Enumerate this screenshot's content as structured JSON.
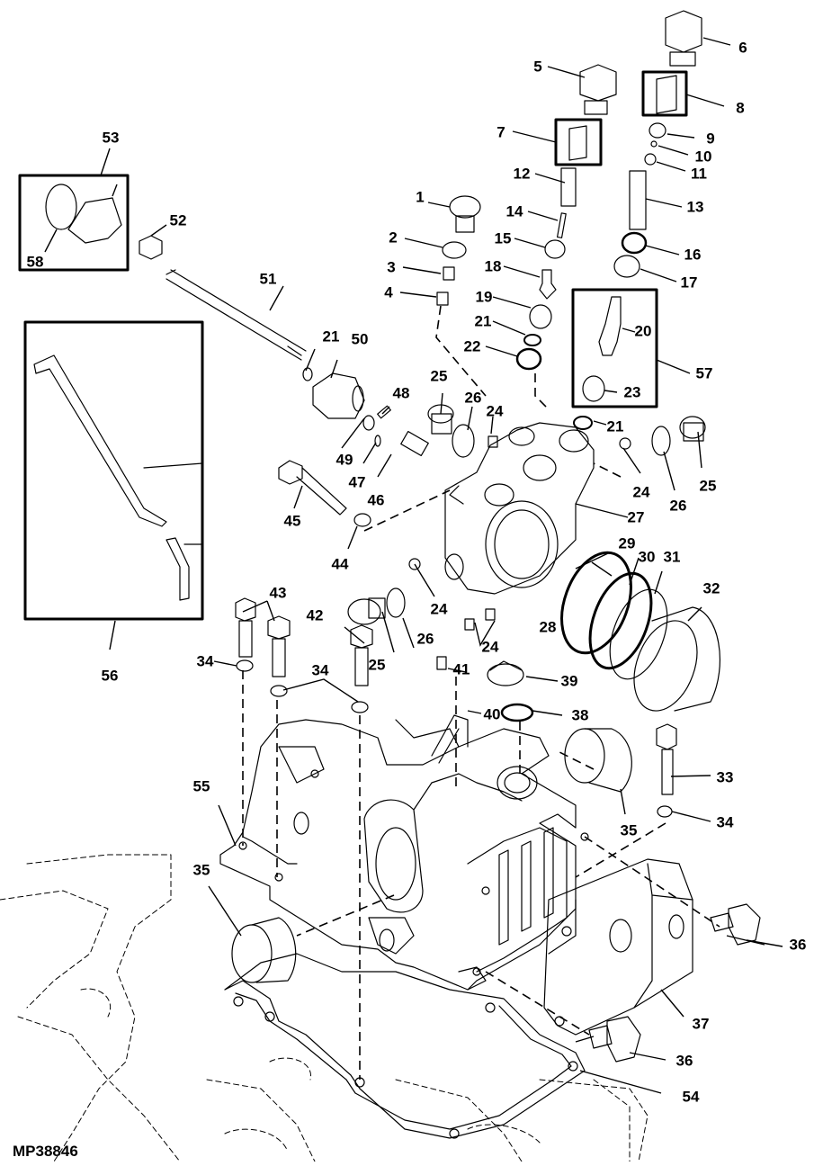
{
  "figure": {
    "id_label": "MP38846",
    "line_color": "#000000",
    "background": "#ffffff",
    "description": "Exploded parts diagram: hydraulic valve body, relief valves, rockshaft housing, filter and gasket"
  },
  "callouts": {
    "c1": "1",
    "c2": "2",
    "c3": "3",
    "c4": "4",
    "c5": "5",
    "c6": "6",
    "c7": "7",
    "c8": "8",
    "c9": "9",
    "c10": "10",
    "c11": "11",
    "c12": "12",
    "c13": "13",
    "c14": "14",
    "c15": "15",
    "c16": "16",
    "c17": "17",
    "c18": "18",
    "c19": "19",
    "c20": "20",
    "c21a": "21",
    "c21b": "21",
    "c21c": "21",
    "c22": "22",
    "c23": "23",
    "c24a": "24",
    "c24b": "24",
    "c24c": "24",
    "c24d": "24",
    "c25a": "25",
    "c25b": "25",
    "c25c": "25",
    "c26a": "26",
    "c26b": "26",
    "c26c": "26",
    "c27": "27",
    "c28": "28",
    "c29": "29",
    "c30": "30",
    "c31": "31",
    "c32": "32",
    "c33": "33",
    "c34a": "34",
    "c34b": "34",
    "c34c": "34",
    "c35a": "35",
    "c35b": "35",
    "c36a": "36",
    "c36b": "36",
    "c37": "37",
    "c38": "38",
    "c39": "39",
    "c40": "40",
    "c41": "41",
    "c42": "42",
    "c43": "43",
    "c44": "44",
    "c45": "45",
    "c46": "46",
    "c47": "47",
    "c48": "48",
    "c49": "49",
    "c50": "50",
    "c51": "51",
    "c52": "52",
    "c53": "53",
    "c54": "54",
    "c55": "55",
    "c56": "56",
    "c57": "57",
    "c58": "58"
  }
}
